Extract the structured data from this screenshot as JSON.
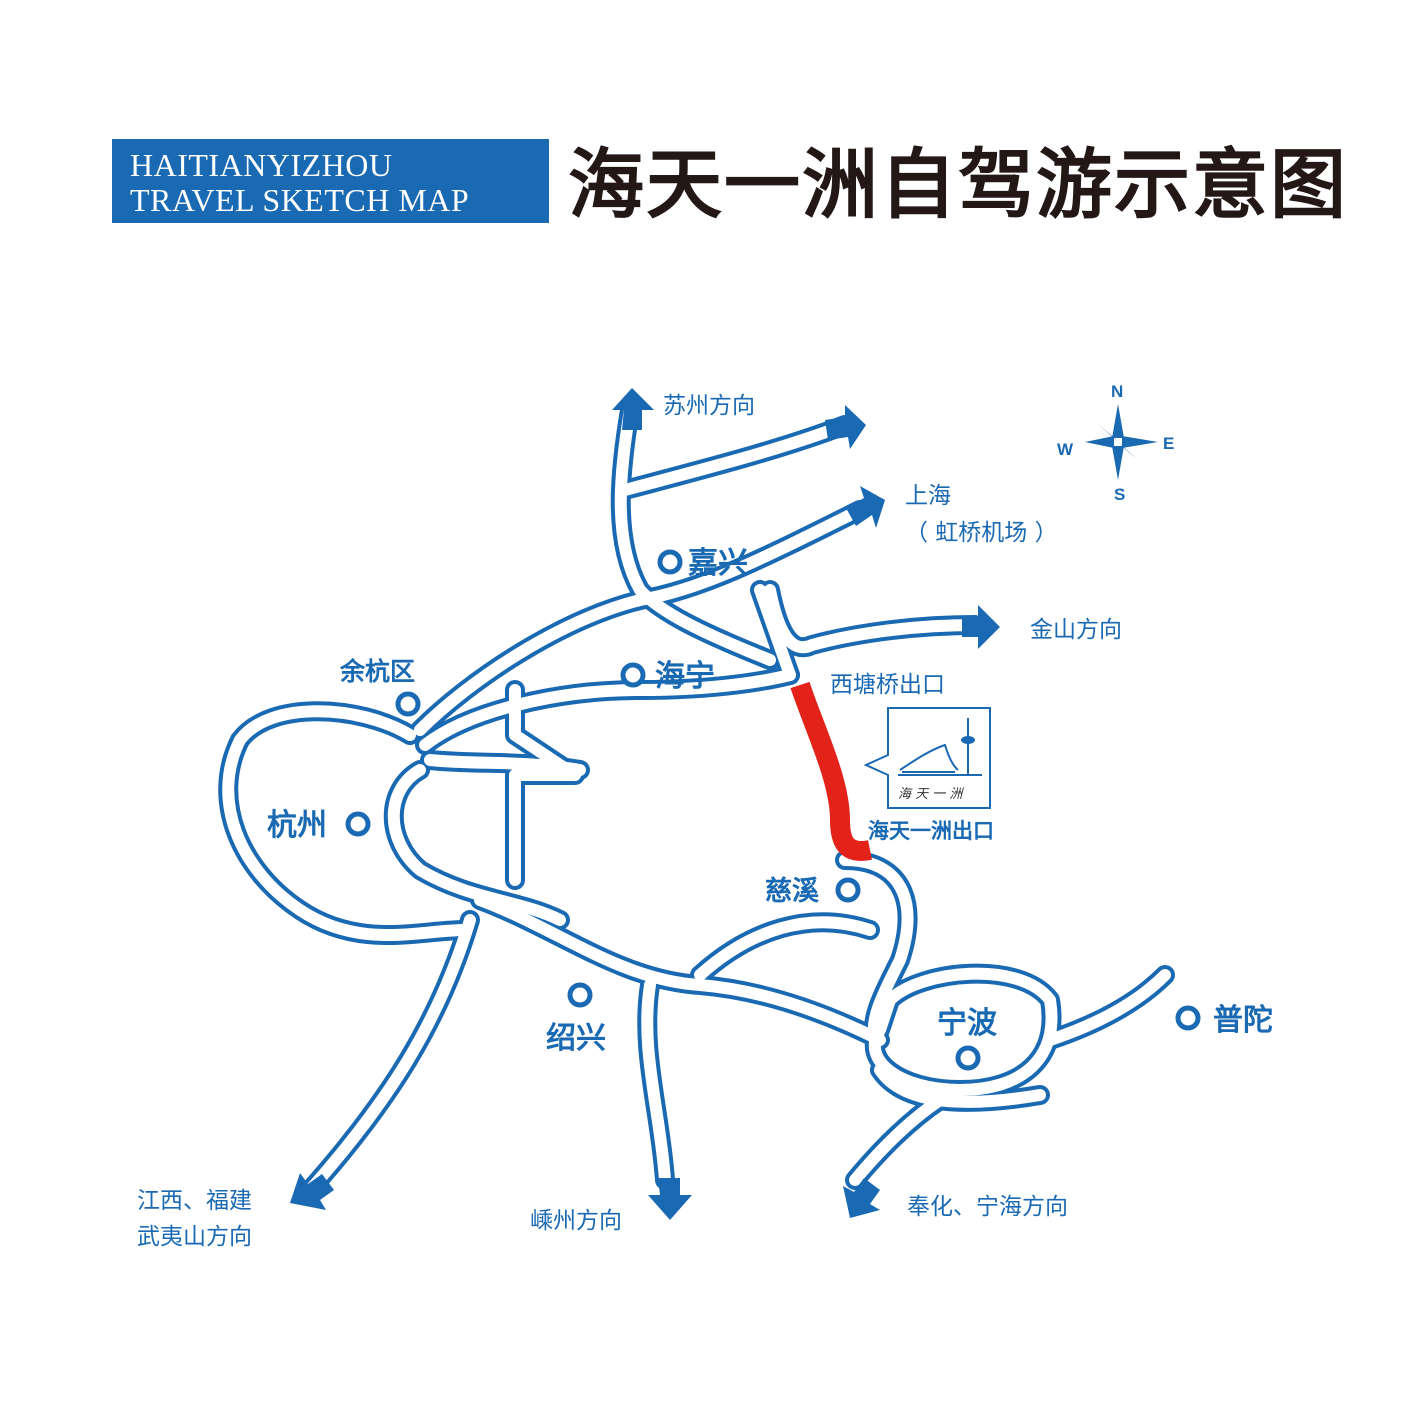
{
  "title": {
    "en_line1": "HAITIANYIZHOU",
    "en_line2": "TRAVEL SKETCH MAP",
    "cn": "海天一洲自驾游示意图"
  },
  "colors": {
    "road": "#1a69b3",
    "highlight": "#e3231a",
    "text": "#1a69b3",
    "title_text": "#231815"
  },
  "compass": {
    "n": "N",
    "s": "S",
    "e": "E",
    "w": "W"
  },
  "cities": {
    "jiaxing": "嘉兴",
    "haining": "海宁",
    "yuhang": "余杭区",
    "hangzhou": "杭州",
    "cixi": "慈溪",
    "shaoxing": "绍兴",
    "ningbo": "宁波",
    "putuo": "普陀"
  },
  "directions": {
    "suzhou": "苏州方向",
    "shanghai": "上海",
    "hongqiao": "（ 虹桥机场 ）",
    "jinshan": "金山方向",
    "xitangqiao_exit": "西塘桥出口",
    "haitianyizhou_exit": "海天一洲出口",
    "jiangxi_line1": "江西、福建",
    "jiangxi_line2": "武夷山方向",
    "shengzhou": "嵊州方向",
    "fenghua": "奉化、宁海方向"
  },
  "landmark_icon": "haitianyizhou-tower-icon"
}
